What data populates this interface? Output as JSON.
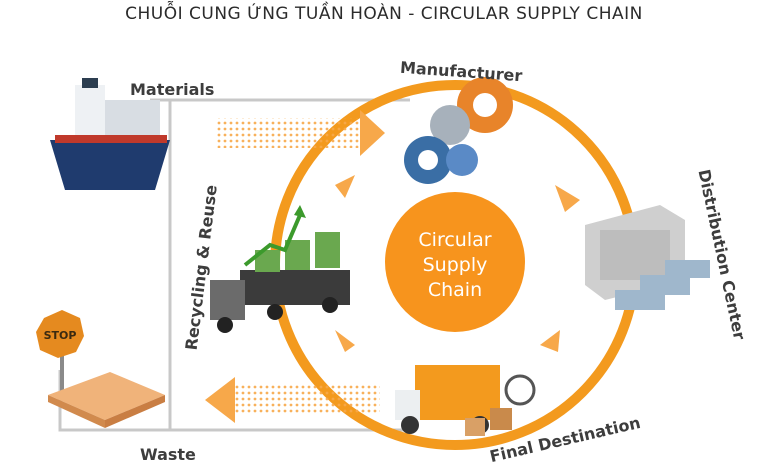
{
  "title": "CHUỖI CUNG ỨNG TUẦN HOÀN - CIRCULAR SUPPLY CHAIN",
  "center": {
    "lines": [
      "Circular",
      "Supply",
      "Chain"
    ]
  },
  "labels": {
    "materials": "Materials",
    "manufacturer": "Manufacturer",
    "distribution_center": "Distribution Center",
    "final_destination": "Final Destination",
    "recycling_reuse": "Recycling & Reuse",
    "waste": "Waste"
  },
  "icons": {
    "top_left": "cargo-ship-icon",
    "manufacturer": "gears-workers-icon",
    "distribution": "warehouse-trucks-icon",
    "final": "delivery-truck-boxes-icon",
    "recycling": "truck-money-growth-icon",
    "waste_stop": "stop-sign-icon",
    "waste_pallet": "wooden-pallet-icon"
  },
  "colors": {
    "ring": "#f39a1e",
    "center": "#f7941d",
    "line": "#c8c8c8",
    "text": "#3d3d3d",
    "arrow": "#f7a84a"
  },
  "stop_sign_text": "STOP"
}
